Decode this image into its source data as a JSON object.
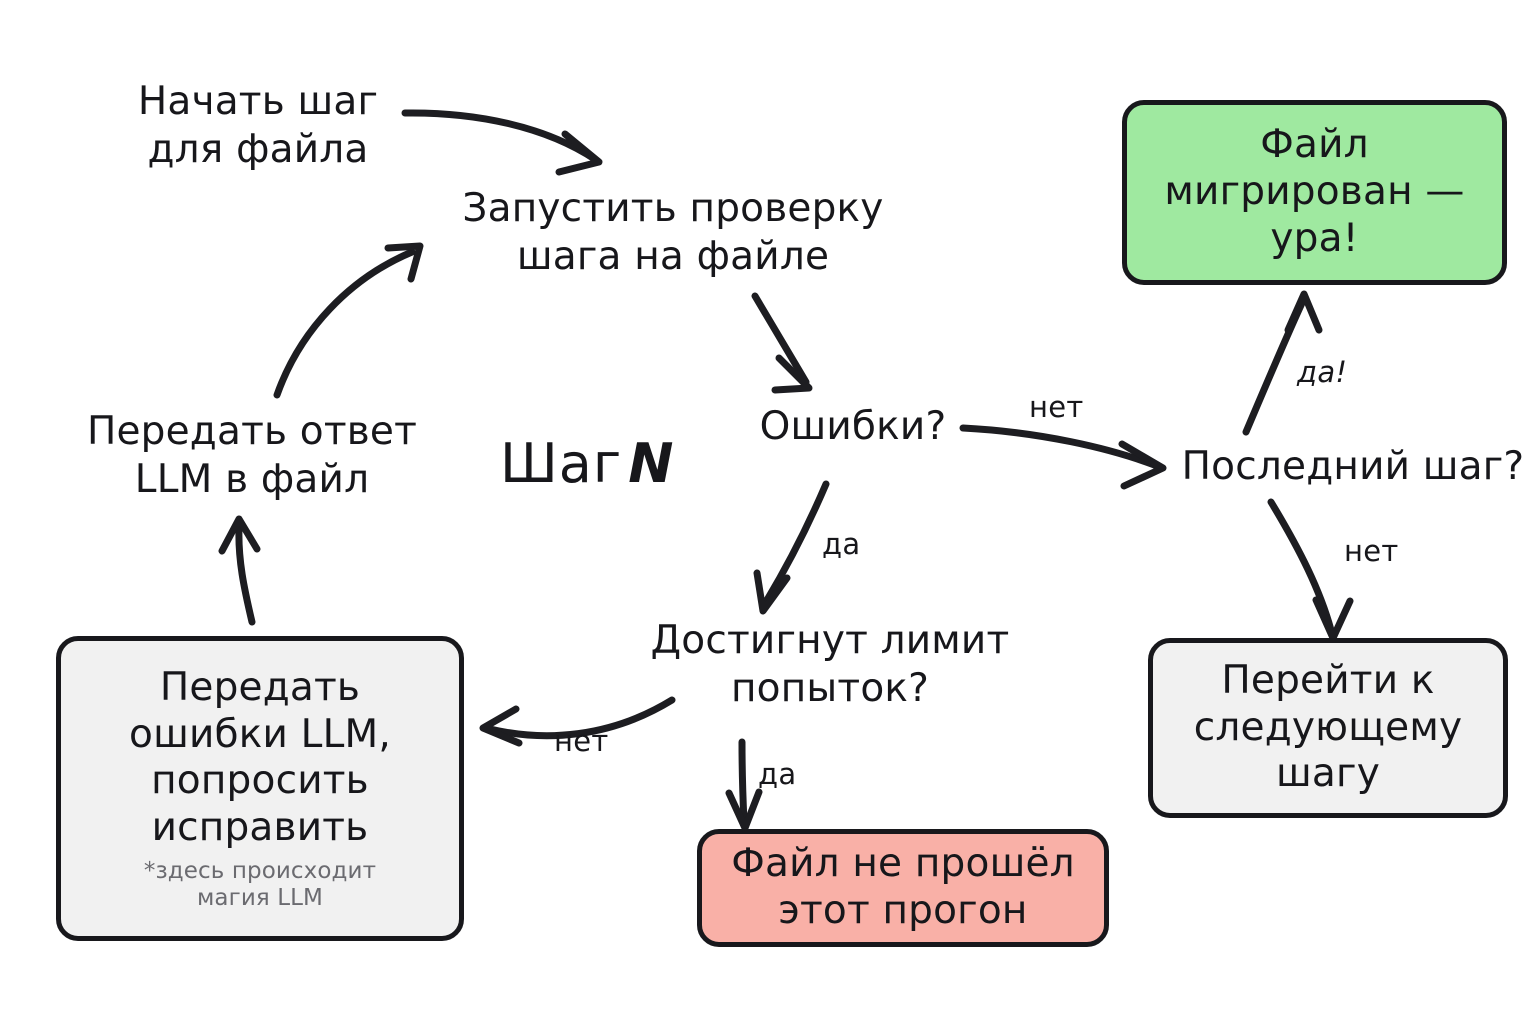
{
  "diagram": {
    "title_caption": "Шаг",
    "title_caption_variable": "N",
    "colors": {
      "success_fill": "#9FE9A0",
      "failure_fill": "#F9B0A7",
      "neutral_fill": "#F1F1F1",
      "stroke": "#18181c",
      "note_text": "#6b6b70"
    },
    "nodes": {
      "start": {
        "label": "Начать шаг\nдля файла"
      },
      "run_check": {
        "label": "Запустить проверку\nшага на файле"
      },
      "errors_question": {
        "label": "Ошибки?"
      },
      "retry_limit_question": {
        "label": "Достигнут лимит\nпопыток?"
      },
      "last_step_question": {
        "label": "Последний шаг?"
      },
      "pass_answer_back": {
        "label": "Передать ответ\nLLM в файл"
      },
      "send_errors_box": {
        "label": "Передать\nошибки LLM,\nпопросить\nисправить",
        "note": "*здесь происходит\nмагия LLM"
      },
      "file_failed_box": {
        "label": "Файл не прошёл\nэтот прогон"
      },
      "file_migrated_box": {
        "label": "Файл\nмигрирован —\nура!"
      },
      "next_step_box": {
        "label": "Перейти к\nследующему\nшагу"
      }
    },
    "edge_labels": {
      "errors_no": "нет",
      "errors_yes": "да",
      "limit_no": "нет",
      "limit_yes": "да",
      "last_yes": "да!",
      "last_no": "нет"
    }
  }
}
